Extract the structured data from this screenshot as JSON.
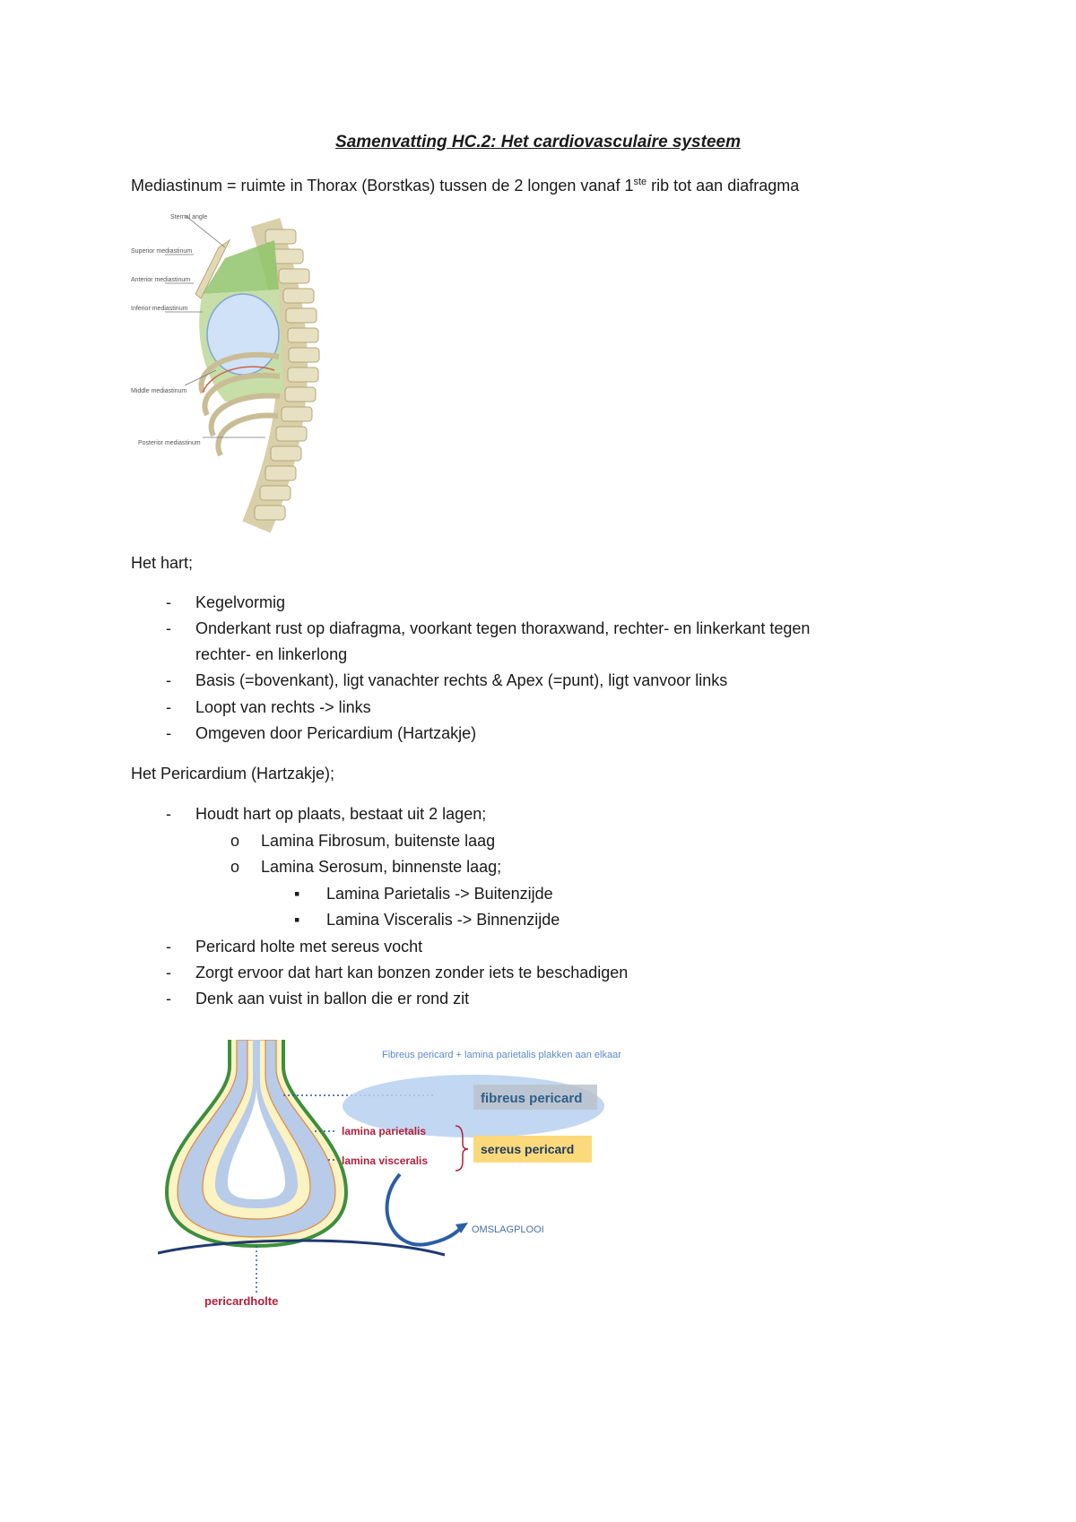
{
  "title": "Samenvatting HC.2: Het cardiovasculaire systeem",
  "intro": {
    "text_before": "Mediastinum = ruimte in Thorax (Borstkas) tussen de 2 longen vanaf 1",
    "superscript": "ste",
    "text_after": " rib tot aan diafragma"
  },
  "figure1": {
    "labels": {
      "sternal_angle": "Sternal angle",
      "superior": "Superior mediastinum",
      "anterior": "Anterior mediastinum",
      "inferior": "Inferior mediastinum",
      "middle": "Middle mediastinum",
      "posterior": "Posterior mediastinum"
    }
  },
  "section1": {
    "heading": "Het hart;",
    "items": [
      "Kegelvormig",
      "Onderkant rust op diafragma, voorkant tegen thoraxwand, rechter- en linkerkant tegen",
      "rechter- en linkerlong",
      "Basis (=bovenkant), ligt vanachter rechts & Apex (=punt), ligt vanvoor links",
      "Loopt van rechts -> links",
      "Omgeven door Pericardium (Hartzakje)"
    ]
  },
  "section2": {
    "heading": "Het Pericardium (Hartzakje);",
    "item1": "Houdt hart op plaats, bestaat uit 2 lagen;",
    "sub1": "Lamina Fibrosum, buitenste laag",
    "sub2": "Lamina Serosum, binnenste laag;",
    "subsub1": "Lamina Parietalis -> Buitenzijde",
    "subsub2": "Lamina Visceralis -> Binnenzijde",
    "item2": "Pericard holte met sereus vocht",
    "item3": "Zorgt ervoor dat hart kan bonzen zonder iets te beschadigen",
    "item4": "Denk aan vuist in ballon die er rond zit",
    "dash": "-",
    "circle": "o",
    "square": "▪"
  },
  "figure2": {
    "caption": "Fibreus pericard + lamina parietalis plakken aan elkaar",
    "fibreus": "fibreus pericard",
    "parietalis": "lamina parietalis",
    "visceralis": "lamina visceralis",
    "sereus": "sereus pericard",
    "omslag": "OMSLAGPLOOI",
    "holte": "pericardholte"
  },
  "colors": {
    "text": "#1a1a1a",
    "caption_blue": "#5b8ac7",
    "label_red": "#b41f3b",
    "green_outline": "#3d8f3d",
    "inner_blue": "#b8cbe8",
    "yellow": "#fbf3c4",
    "badge_yellow": "#fcd97a",
    "ellipse_blue": "#b7d0ef"
  }
}
